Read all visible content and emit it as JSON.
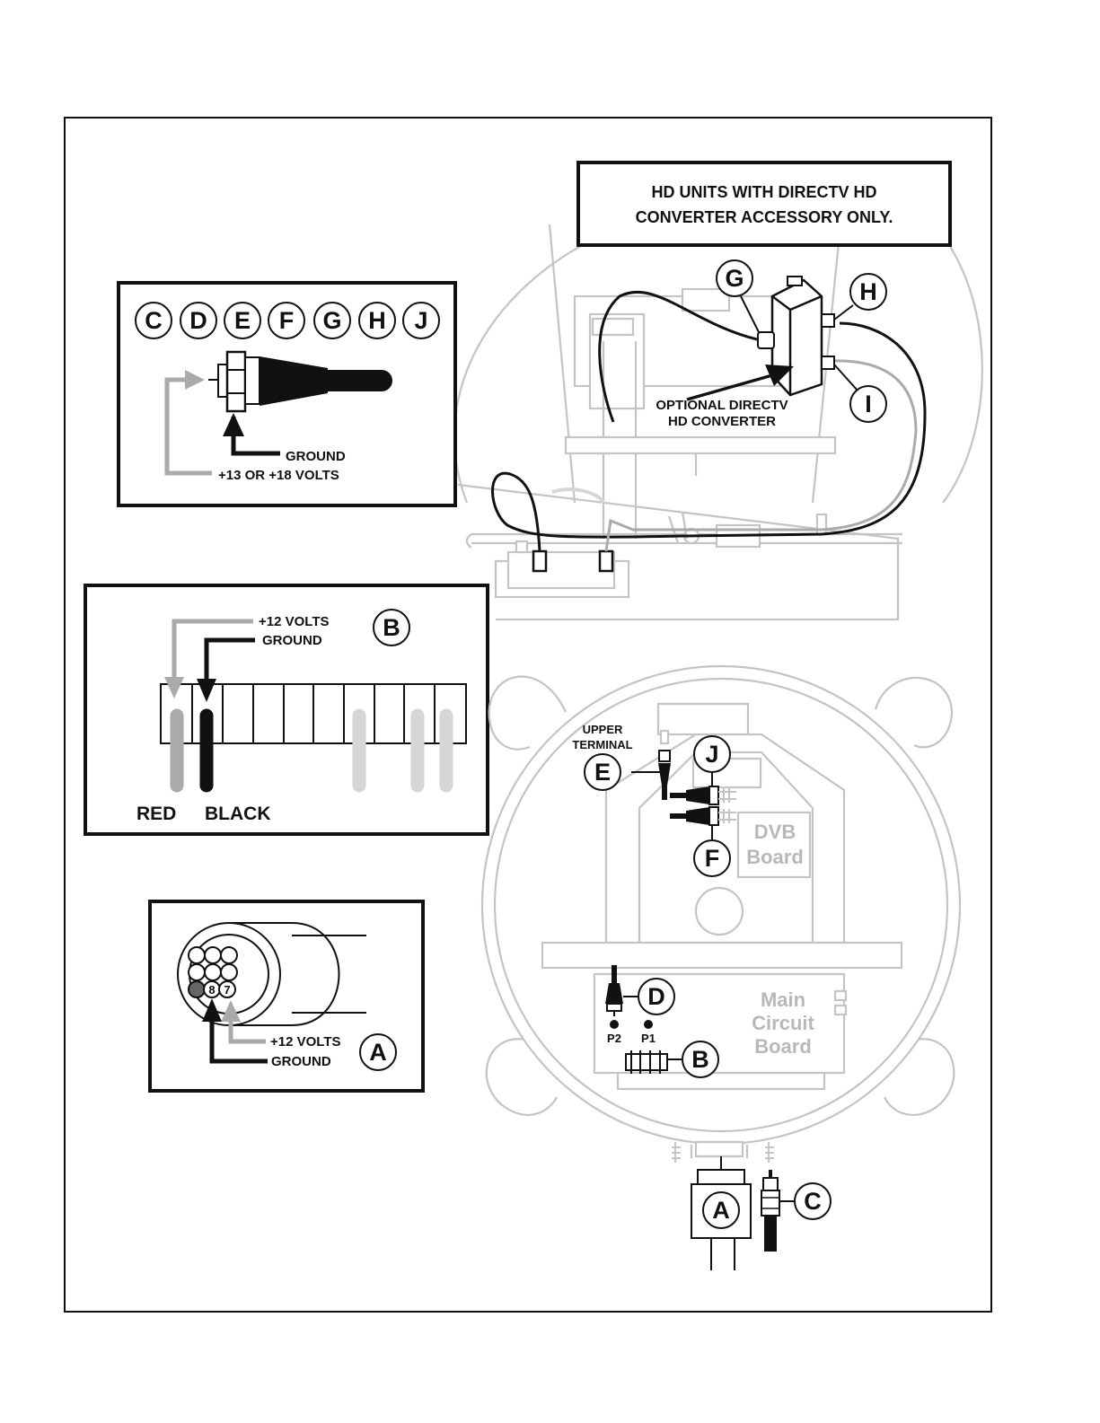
{
  "header_box": {
    "line1": "HD UNITS WITH DIRECTV HD",
    "line2": "CONVERTER ACCESSORY ONLY."
  },
  "converter": {
    "label_line1": "OPTIONAL DIRECTV",
    "label_line2": "HD CONVERTER"
  },
  "connector_box": {
    "letters": [
      "C",
      "D",
      "E",
      "F",
      "G",
      "H",
      "J"
    ],
    "ground_label": "GROUND",
    "volts_label": "+13 OR +18 VOLTS"
  },
  "terminal_box": {
    "volts_label": "+12 VOLTS",
    "ground_label": "GROUND",
    "letter": "B",
    "red_label": "RED",
    "black_label": "BLACK"
  },
  "plug_box": {
    "pin8": "8",
    "pin7": "7",
    "volts_label": "+12 VOLTS",
    "ground_label": "GROUND",
    "letter": "A"
  },
  "callouts": {
    "G": "G",
    "H": "H",
    "I": "I",
    "J": "J",
    "E": "E",
    "F": "F",
    "D": "D",
    "B": "B",
    "A": "A",
    "C": "C"
  },
  "upper_terminal": {
    "line1": "UPPER",
    "line2": "TERMINAL"
  },
  "dvb_board": {
    "line1": "DVB",
    "line2": "Board"
  },
  "main_board": {
    "line1": "Main",
    "line2": "Circuit",
    "line3": "Board"
  },
  "ports": {
    "p2": "P2",
    "p1": "P1"
  },
  "colors": {
    "ink": "#111111",
    "ghost": "#c4c4c4",
    "grey_wire": "#aaaaaa",
    "light_wire": "#d6d6d6"
  }
}
